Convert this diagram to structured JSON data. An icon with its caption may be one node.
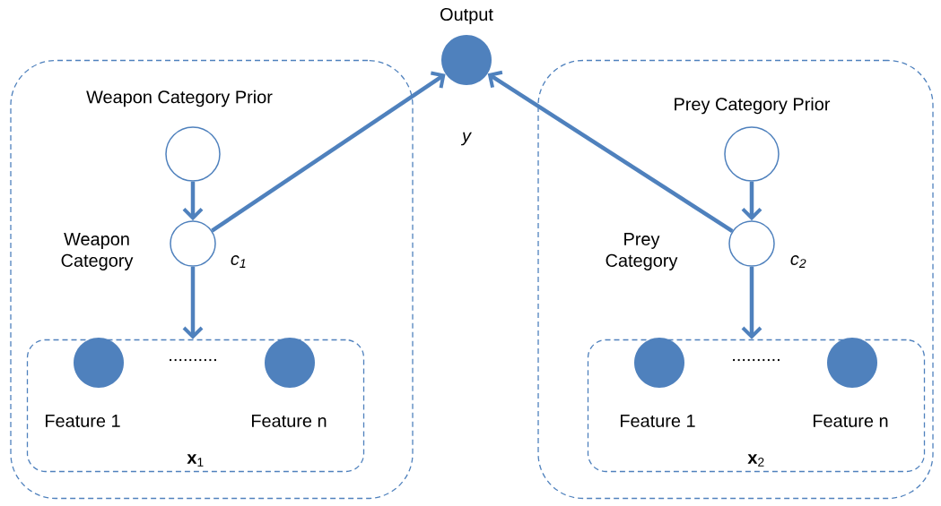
{
  "diagram": {
    "nodes": [
      {
        "text": [
          "Output"
        ],
        "beside": [
          "y"
        ]
      },
      {
        "text": [],
        "shape": "box"
      },
      {
        "text": [
          "Weapon Category Prior"
        ],
        "in": 1
      },
      {
        "text": [
          "Weapon Category"
        ],
        "beside": [
          "*c*$_{1}$"
        ],
        "in": 1
      },
      {
        "text": [
          "**x**$_{1}$"
        ],
        "in": 1
      },
      {
        "text": [
          "Feature 1"
        ],
        "in": 4
      },
      {
        "text": [
          "Feature n"
        ],
        "in": 4
      },
      {
        "text": [],
        "shape": "box"
      },
      {
        "text": [
          "Prey Category Prior"
        ],
        "in": 7
      },
      {
        "text": [
          "Prey Category"
        ],
        "beside": [
          "*c*$_{2}$"
        ],
        "in": 7
      },
      {
        "text": [
          "**x**$_{2}$"
        ],
        "in": 7
      },
      {
        "text": [
          "Feature 1"
        ],
        "in": 10
      },
      {
        "text": [
          "Feature n"
        ],
        "in": 10
      }
    ],
    "edges": [
      {
        "from": 2,
        "to": 3,
        "arrow": "to"
      },
      {
        "from": 3,
        "to": 4,
        "arrow": "to"
      },
      {
        "from": 3,
        "to": 0,
        "arrow": "to"
      },
      {
        "from": 8,
        "to": 9,
        "arrow": "to"
      },
      {
        "from": 9,
        "to": 10,
        "arrow": "to"
      },
      {
        "from": 9,
        "to": 0,
        "arrow": "to"
      }
    ],
    "labels": [
      "..........",
      ".........."
    ]
  }
}
